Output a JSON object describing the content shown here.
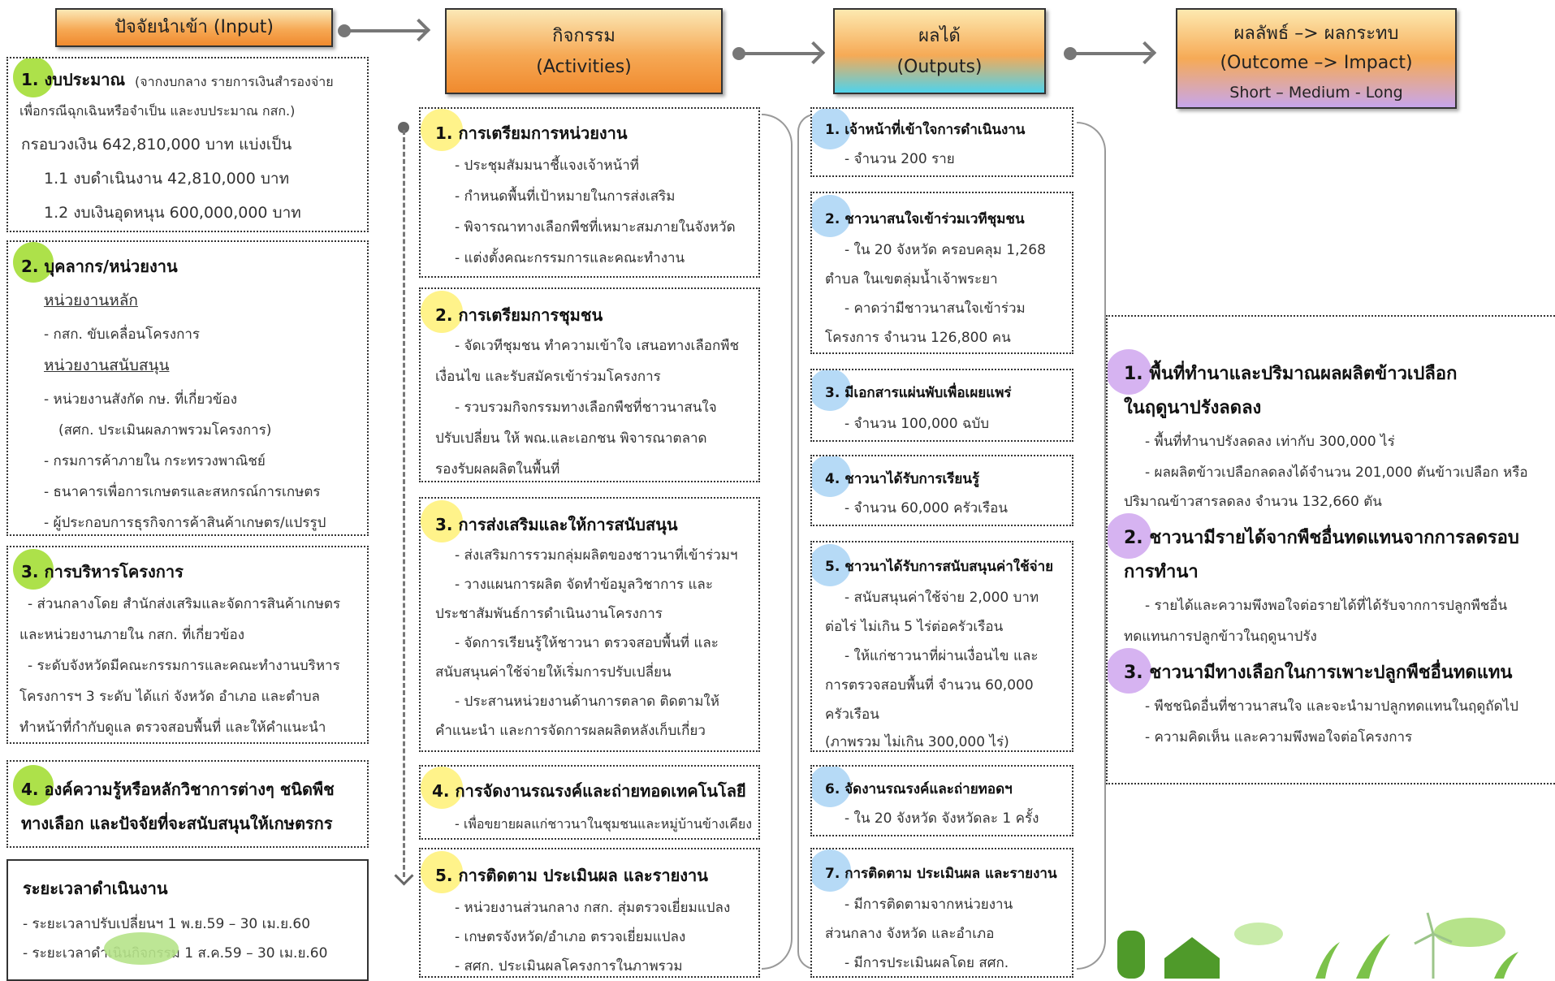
{
  "headers": {
    "input": "ปัจจัยนำเข้า (Input)",
    "activities": [
      "กิจกรรม",
      "(Activities)"
    ],
    "outputs": [
      "ผลได้",
      "(Outputs)"
    ],
    "outcome": [
      "ผลลัพธ์ –> ผลกระทบ",
      "(Outcome –> Impact)",
      "Short – Medium - Long"
    ]
  },
  "inputs": [
    {
      "title": "1. งบประมาณ",
      "lines": [
        "(จากงบกลาง รายการเงินสำรองจ่าย",
        "เพื่อกรณีฉุกเฉินหรือจำเป็น และงบประมาณ กสก.)",
        "กรอบวงเงิน 642,810,000 บาท แบ่งเป็น",
        "1.1 งบดำเนินงาน     42,810,000 บาท",
        "1.2 งบเงินอุดหนุน  600,000,000 บาท"
      ]
    },
    {
      "title": "2. บุคลากร/หน่วยงาน",
      "lines": [
        "หน่วยงานหลัก",
        "- กสก. ขับเคลื่อนโครงการ",
        "หน่วยงานสนับสนุน",
        "- หน่วยงานสังกัด กษ. ที่เกี่ยวข้อง",
        "(สศก. ประเมินผลภาพรวมโครงการ)",
        "- กรมการค้าภายใน กระทรวงพาณิชย์",
        "- ธนาคารเพื่อการเกษตรและสหกรณ์การเกษตร",
        "- ผู้ประกอบการธุรกิจการค้าสินค้าเกษตร/แปรรูป"
      ]
    },
    {
      "title": "3. การบริหารโครงการ",
      "lines": [
        "- ส่วนกลางโดย สำนักส่งเสริมและจัดการสินค้าเกษตร",
        "และหน่วยงานภายใน กสก. ที่เกี่ยวข้อง",
        "- ระดับจังหวัดมีคณะกรรมการและคณะทำงานบริหาร",
        "โครงการฯ 3 ระดับ ได้แก่ จังหวัด อำเภอ และตำบล",
        "ทำหน้าที่กำกับดูแล ตรวจสอบพื้นที่ และให้คำแนะนำ"
      ]
    },
    {
      "title": "4. องค์ความรู้หรือหลักวิชาการต่างๆ ชนิดพืช",
      "lines": [
        "ทางเลือก และปัจจัยที่จะสนับสนุนให้เกษตรกร"
      ]
    }
  ],
  "timeline": {
    "title": "ระยะเวลาดำเนินงาน",
    "lines": [
      "- ระยะเวลาปรับเปลี่ยนฯ 1 พ.ย.59 – 30 เม.ย.60",
      "- ระยะเวลาดำเนินกิจกรรม 1 ส.ค.59 – 30 เม.ย.60"
    ]
  },
  "activities": [
    {
      "title": "1. การเตรียมการหน่วยงาน",
      "lines": [
        "- ประชุมสัมมนาชี้แจงเจ้าหน้าที่",
        "- กำหนดพื้นที่เป้าหมายในการส่งเสริม",
        "- พิจารณาทางเลือกพืชที่เหมาะสมภายในจังหวัด",
        "- แต่งตั้งคณะกรรมการและคณะทำงาน"
      ]
    },
    {
      "title": "2. การเตรียมการชุมชน",
      "lines": [
        "- จัดเวทีชุมชน ทำความเข้าใจ เสนอทางเลือกพืช",
        "เงื่อนไข และรับสมัครเข้าร่วมโครงการ",
        "- รวบรวมกิจกรรมทางเลือกพืชที่ชาวนาสนใจ",
        "ปรับเปลี่ยน ให้ พณ.และเอกชน พิจารณาตลาด",
        "รองรับผลผลิตในพื้นที่"
      ]
    },
    {
      "title": "3. การส่งเสริมและให้การสนับสนุน",
      "lines": [
        "- ส่งเสริมการรวมกลุ่มผลิตของชาวนาที่เข้าร่วมฯ",
        "- วางแผนการผลิต จัดทำข้อมูลวิชาการ และ",
        "ประชาสัมพันธ์การดำเนินงานโครงการ",
        "- จัดการเรียนรู้ให้ชาวนา ตรวจสอบพื้นที่ และ",
        "สนับสนุนค่าใช้จ่ายให้เริ่มการปรับเปลี่ยน",
        "- ประสานหน่วยงานด้านการตลาด ติดตามให้",
        "คำแนะนำ และการจัดการผลผลิตหลังเก็บเกี่ยว"
      ]
    },
    {
      "title": "4. การจัดงานรณรงค์และถ่ายทอดเทคโนโลยี",
      "lines": [
        "- เพื่อขยายผลแก่ชาวนาในชุมชนและหมู่บ้านข้างเคียง"
      ]
    },
    {
      "title": "5. การติดตาม ประเมินผล และรายงาน",
      "lines": [
        "- หน่วยงานส่วนกลาง กสก. สุ่มตรวจเยี่ยมแปลง",
        "- เกษตรจังหวัด/อำเภอ ตรวจเยี่ยมแปลง",
        "- สศก. ประเมินผลโครงการในภาพรวม"
      ]
    }
  ],
  "outputs": [
    {
      "title": "1. เจ้าหน้าที่เข้าใจการดำเนินงาน",
      "lines": [
        "- จำนวน 200 ราย"
      ]
    },
    {
      "title": "2. ชาวนาสนใจเข้าร่วมเวทีชุมชน",
      "lines": [
        "- ใน 20 จังหวัด ครอบคลุม 1,268",
        "ตำบล ในเขตลุ่มน้ำเจ้าพระยา",
        "- คาดว่ามีชาวนาสนใจเข้าร่วม",
        "โครงการ จำนวน 126,800 คน"
      ]
    },
    {
      "title": "3. มีเอกสารแผ่นพับเพื่อเผยแพร่",
      "lines": [
        "- จำนวน 100,000 ฉบับ"
      ]
    },
    {
      "title": "4. ชาวนาได้รับการเรียนรู้",
      "lines": [
        "- จำนวน 60,000 ครัวเรือน"
      ]
    },
    {
      "title": "5. ชาวนาได้รับการสนับสนุนค่าใช้จ่าย",
      "lines": [
        "- สนับสนุนค่าใช้จ่าย 2,000 บาท",
        "ต่อไร่ ไม่เกิน 5 ไร่ต่อครัวเรือน",
        "- ให้แก่ชาวนาที่ผ่านเงื่อนไข และ",
        "การตรวจสอบพื้นที่ จำนวน 60,000",
        "ครัวเรือน",
        "(ภาพรวม ไม่เกิน 300,000 ไร่)"
      ]
    },
    {
      "title": "6. จัดงานรณรงค์และถ่ายทอดฯ",
      "lines": [
        "- ใน 20 จังหวัด จังหวัดละ 1 ครั้ง"
      ]
    },
    {
      "title": "7. การติดตาม ประเมินผล และรายงาน",
      "lines": [
        "- มีการติดตามจากหน่วยงาน",
        "ส่วนกลาง จังหวัด และอำเภอ",
        "- มีการประเมินผลโดย สศก."
      ]
    }
  ],
  "outcomes": [
    {
      "title": "1. พื้นที่ทำนาและปริมาณผลผลิตข้าวเปลือก",
      "title2": "ในฤดูนาปรังลดลง",
      "lines": [
        "- พื้นที่ทำนาปรังลดลง เท่ากับ 300,000 ไร่",
        "- ผลผลิตข้าวเปลือกลดลงได้จำนวน 201,000 ตันข้าวเปลือก หรือ",
        "ปริมาณข้าวสารลดลง จำนวน 132,660 ตัน"
      ]
    },
    {
      "title": "2. ชาวนามีรายได้จากพืชอื่นทดแทนจากการลดรอบ",
      "title2": "การทำนา",
      "lines": [
        "- รายได้และความพึงพอใจต่อรายได้ที่ได้รับจากการปลูกพืชอื่น",
        "ทดแทนการปลูกข้าวในฤดูนาปรัง"
      ]
    },
    {
      "title": "3. ชาวนามีทางเลือกในการเพาะปลูกพืชอื่นทดแทน",
      "title2": "",
      "lines": [
        "- พืชชนิดอื่นที่ชาวนาสนใจ และจะนำมาปลูกทดแทนในฤดูถัดไป",
        "- ความคิดเห็น และความพึงพอใจต่อโครงการ"
      ]
    }
  ],
  "colors": {
    "header_orange": "#f6a955",
    "dot_green": "#9fdc2a",
    "dot_yellow": "#fff176",
    "dot_blue": "#a9d3f5",
    "dot_purple": "#cfa6ee"
  }
}
